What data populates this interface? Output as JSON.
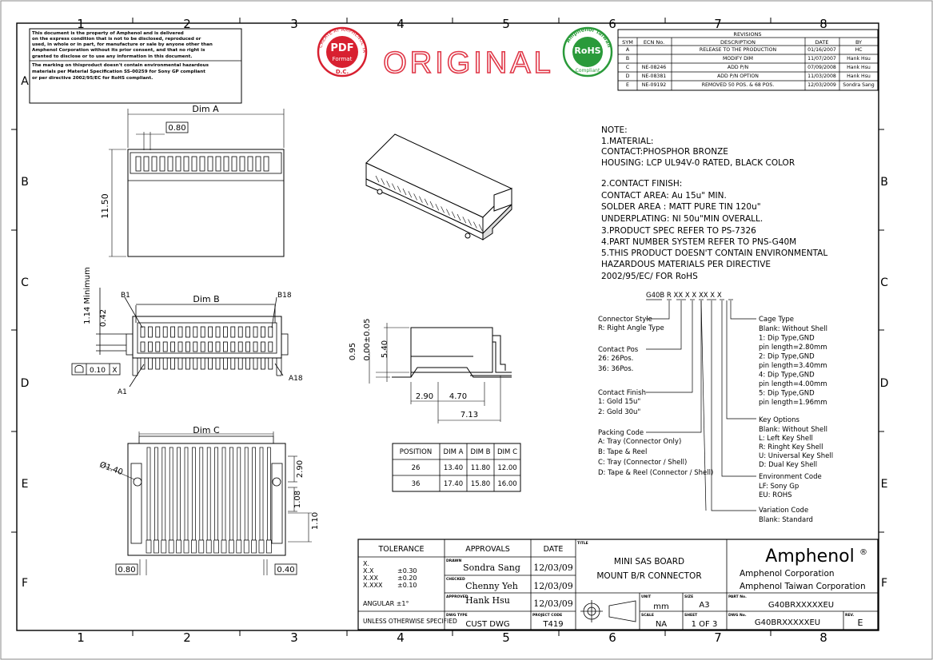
{
  "grid": {
    "cols": [
      "1",
      "2",
      "3",
      "4",
      "5",
      "6",
      "7",
      "8"
    ],
    "rows": [
      "A",
      "B",
      "C",
      "D",
      "E",
      "F"
    ]
  },
  "disclaimer": [
    "This document is the property of Amphenol and is delivered",
    "on the express condition that is not to be disclosed, reproduced or",
    "used, in whole or in part, for manufacture or sale by anyone other than",
    "Amphenol Corporation without its prior consent, and that no right is",
    "granted to disclose or to use any information in this document.",
    "The marking on thisproduct doesn't contain environmental hazardous",
    "materials per Material Specification SS-00259 for Sony GP compliant",
    "or per directive 2002/95/EC for RoHS compliant."
  ],
  "stamps": {
    "pdf_ring": "CREATE AT AMPHENOL TAIWAN",
    "pdf_main": "PDF",
    "pdf_sub": "Format",
    "pdf_dc": "D.C.",
    "original": "ORIGINAL",
    "rohs_ring": "Amphenol Taiwan",
    "rohs_main": "RoHS",
    "rohs_sub": "Compliant"
  },
  "revisions": {
    "title": "REVISIONS",
    "headers": [
      "SYM",
      "ECN No.",
      "DESCRIPTION",
      "DATE",
      "BY"
    ],
    "rows": [
      [
        "A",
        "",
        "RELEASE TO THE PRODUCTION",
        "01/16/2007",
        "HC"
      ],
      [
        "B",
        "",
        "MODIFY DIM",
        "11/07/2007",
        "Hank Hsu"
      ],
      [
        "C",
        "NE-08246",
        "ADD P/N",
        "07/09/2008",
        "Hank Hsu"
      ],
      [
        "D",
        "NE-08381",
        "ADD P/N OPTION",
        "11/03/2008",
        "Hank Hsu"
      ],
      [
        "E",
        "NE-09192",
        "REMOVED 50 POS. & 68 POS.",
        "12/03/2009",
        "Sondra Sang"
      ]
    ]
  },
  "notes": [
    "NOTE:",
    "1.MATERIAL:",
    "   CONTACT:PHOSPHOR BRONZE",
    "   HOUSING: LCP UL94V-0 RATED, BLACK COLOR",
    "",
    "2.CONTACT FINISH:",
    "   CONTACT AREA: Au 15u\" MIN.",
    "   SOLDER AREA : MATT PURE TIN 120u\"",
    "   UNDERPLATING: NI 50u\"MIN OVERALL.",
    "3.PRODUCT SPEC REFER TO PS-7326",
    "4.PART NUMBER SYSTEM REFER TO PNS-G40M",
    "5.THIS PRODUCT DOESN'T CONTAIN ENVIRONMENTAL",
    "   HAZARDOUS MATERIALS PER DIRECTIVE",
    "   2002/95/EC/ FOR RoHS"
  ],
  "pn": {
    "code": "G40B R XX X X XX X X",
    "left": [
      {
        "title": "Connector Style",
        "lines": [
          "R: Right Angle Type"
        ]
      },
      {
        "title": "Contact Pos",
        "lines": [
          "26: 26Pos.",
          "36: 36Pos."
        ]
      },
      {
        "title": "Contact Finish",
        "lines": [
          "1: Gold 15u\"",
          "2: Gold 30u\""
        ]
      },
      {
        "title": "Packing Code",
        "lines": [
          "A: Tray (Connector Only)",
          "B: Tape & Reel",
          "C: Tray (Connector / Shell)",
          "D: Tape & Reel (Connector / Shell)"
        ]
      }
    ],
    "right": [
      {
        "title": "Cage Type",
        "lines": [
          "Blank: Without Shell",
          "1: Dip Type,GND",
          "   pin length=2.80mm",
          "2: Dip Type,GND",
          "   pin length=3.40mm",
          "4: Dip Type,GND",
          "   pin length=4.00mm",
          "5: Dip Type,GND",
          "   pin length=1.96mm"
        ]
      },
      {
        "title": "Key Options",
        "lines": [
          "Blank: Without Shell",
          "L: Left Key Shell",
          "R: Ringht Key Shell",
          "U: Universal Key Shell",
          "D: Dual Key Shell"
        ]
      },
      {
        "title": "Environment Code",
        "lines": [
          "LF: Sony Gp",
          "EU: ROHS"
        ]
      },
      {
        "title": "Variation Code",
        "lines": [
          "Blank: Standard"
        ]
      }
    ]
  },
  "dims": {
    "dim_a": "Dim A",
    "dim_b": "Dim B",
    "dim_c": "Dim C",
    "d080": "0.80",
    "d1150": "11.50",
    "b1": "B1",
    "b18": "B18",
    "a1": "A1",
    "a18": "A18",
    "d114": "1.14 Minimum",
    "d042": "0.42",
    "tol_val": "0.10",
    "tol_ref": "X",
    "d095": "0.95",
    "d000": "0.00±0.05",
    "d540": "5.40",
    "d290": "2.90",
    "d470": "4.70",
    "d713": "7.13",
    "d140": "Ø1.40",
    "d290v": "2.90",
    "d108": "1.08",
    "d110": "1.10",
    "d080b": "0.80",
    "d040": "0.40"
  },
  "postable": {
    "headers": [
      "POSITION",
      "DIM A",
      "DIM B",
      "DIM C"
    ],
    "rows": [
      [
        "26",
        "13.40",
        "11.80",
        "12.00"
      ],
      [
        "36",
        "17.40",
        "15.80",
        "16.00"
      ]
    ]
  },
  "titleblock": {
    "tolerance": "TOLERANCE",
    "tol_rows": [
      [
        "X.",
        ""
      ],
      [
        "X.X",
        "±0.30"
      ],
      [
        "X.XX",
        "±0.20"
      ],
      [
        "X.XXX",
        "±0.10"
      ]
    ],
    "angular": "ANGULAR  ±1°",
    "unless": "UNLESS OTHERWISE SPECIFIED",
    "approvals": "APPROVALS",
    "date": "DATE",
    "drawn_lbl": "DRAWN",
    "drawn": "Sondra Sang",
    "drawn_date": "12/03/09",
    "checked_lbl": "CHECKED",
    "checked": "Chenny Yeh",
    "checked_date": "12/03/09",
    "approved_lbl": "APPROVED",
    "approved": "Hank Hsu",
    "approved_date": "12/03/09",
    "dwg_type_lbl": "DWG TYPE",
    "dwg_type": "CUST DWG",
    "proj_lbl": "PROJECT CODE",
    "proj": "T419",
    "title_lbl": "TITLE",
    "title1": "MINI SAS BOARD",
    "title2": "MOUNT B/R CONNECTOR",
    "unit_lbl": "UNIT",
    "unit": "mm",
    "size_lbl": "SIZE",
    "size": "A3",
    "scale_lbl": "SCALE",
    "scale": "NA",
    "sheet_lbl": "SHEET",
    "sheet": "1 OF 3",
    "brand": "Amphenol",
    "corp1": "Amphenol Corporation",
    "corp2": "Amphenol Taiwan Corporation",
    "part_lbl": "PART No.",
    "part": "G40BRXXXXXEU",
    "dwg_lbl": "DWG No.",
    "dwg": "G40BRXXXXXEU",
    "rev_lbl": "REV.",
    "rev": "E"
  }
}
